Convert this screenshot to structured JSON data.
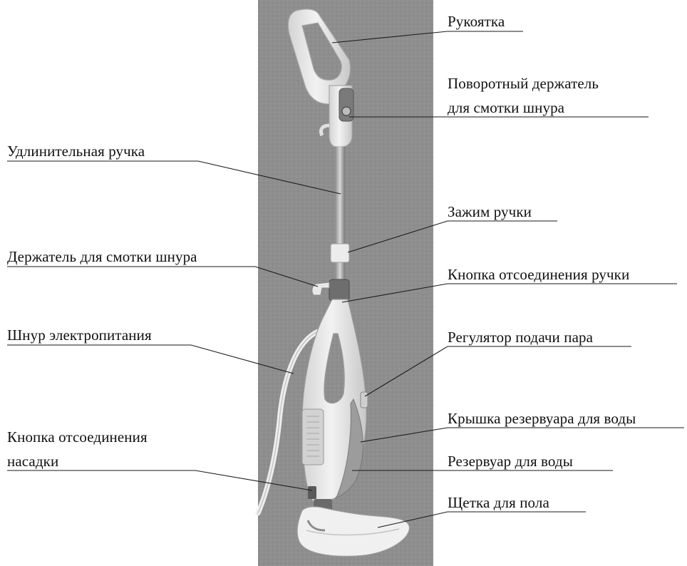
{
  "labels": {
    "handle": "Рукоятка",
    "swivel_cord_holder": [
      "Поворотный держатель",
      "для смотки шнура"
    ],
    "extension_handle": "Удлинительная ручка",
    "handle_clamp": "Зажим ручки",
    "cord_holder": "Держатель для смотки шнура",
    "handle_release_button": "Кнопка отсоединения ручки",
    "power_cord": "Шнур электропитания",
    "steam_regulator": "Регулятор подачи пара",
    "tank_cap": "Крышка резервуара для воды",
    "attachment_release_button": [
      "Кнопка отсоединения",
      "насадки"
    ],
    "water_tank": "Резервуар для воды",
    "floor_brush": "Щетка для пола"
  },
  "colors": {
    "background": "#ffffff",
    "wall": "#8e8e8e",
    "device": "#e6e6e6",
    "leader_line": "#1a1a1a"
  }
}
